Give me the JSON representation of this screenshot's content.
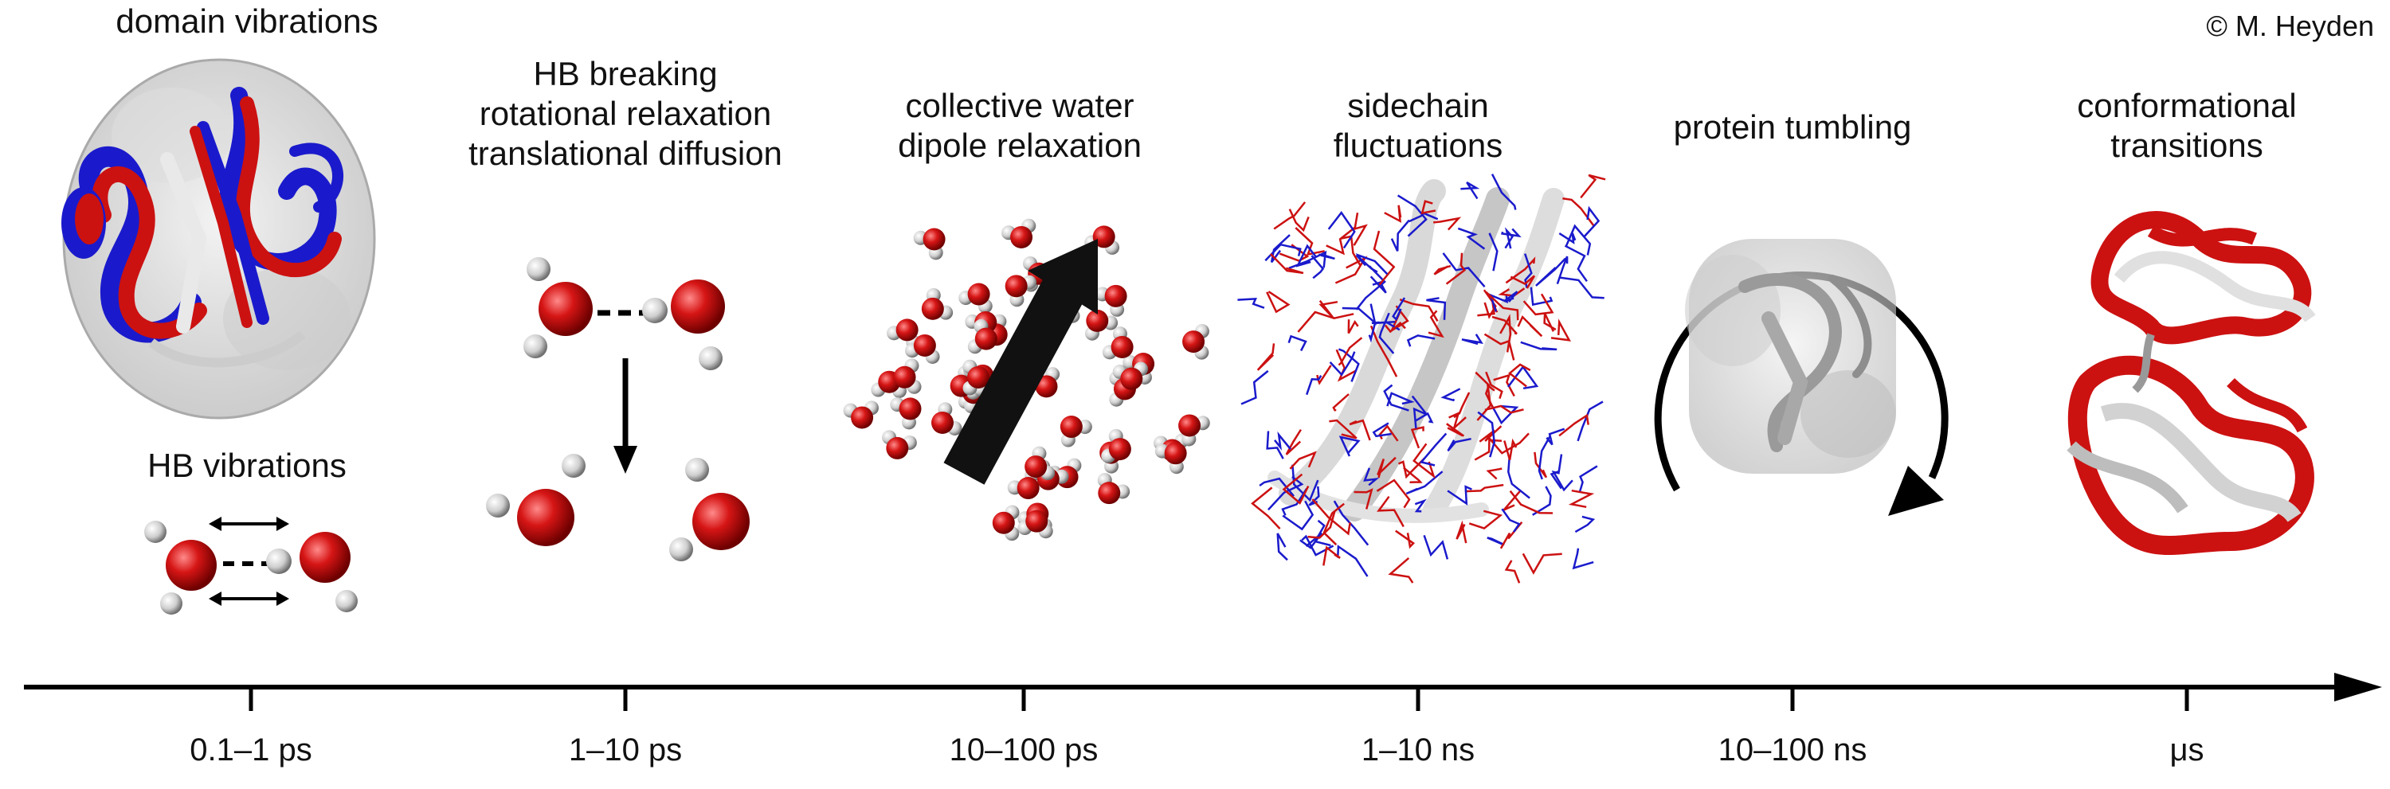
{
  "credit": "© M. Heyden",
  "labels": {
    "domain": "domain vibrations",
    "hb_vib": "HB vibrations",
    "hb_break_1": "HB breaking",
    "hb_break_2": "rotational relaxation",
    "hb_break_3": "translational diffusion",
    "collective_1": "collective water",
    "collective_2": "dipole relaxation",
    "sidechain_1": "sidechain",
    "sidechain_2": "fluctuations",
    "tumbling": "protein tumbling",
    "conf_1": "conformational",
    "conf_2": "transitions"
  },
  "axis": {
    "ticks": [
      "0.1–1 ps",
      "1–10 ps",
      "10–100 ps",
      "1–10 ns",
      "10–100 ns",
      "μs"
    ]
  },
  "colors": {
    "oxygen": "#cc1111",
    "hydrogen": "#d8d8d8",
    "protein_red": "#cc1111",
    "protein_blue": "#1a1acc",
    "protein_white": "#e5e5e5",
    "axis": "#000000"
  }
}
